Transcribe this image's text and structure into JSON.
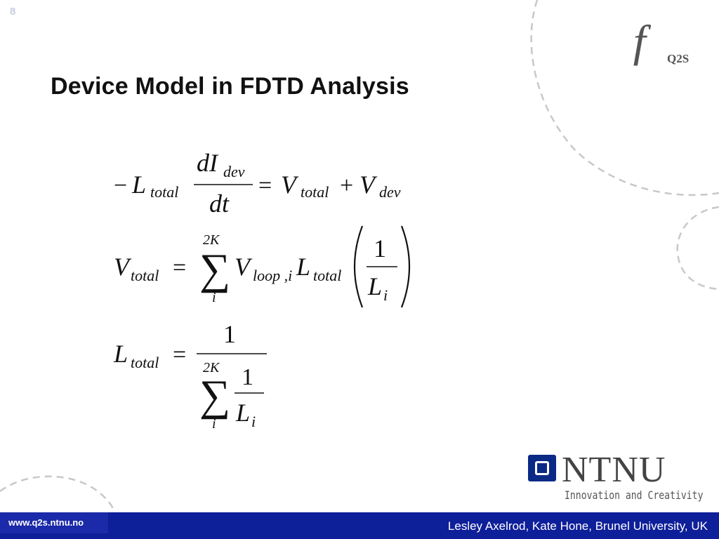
{
  "slide": {
    "number": "8",
    "title": "Device Model in FDTD Analysis"
  },
  "equations": {
    "eq1": {
      "minus": "−",
      "L": "L",
      "total_sub": "total",
      "dI": "dI",
      "dev_sub": "dev",
      "dt": "dt",
      "equals": "=",
      "V": "V",
      "plus": "+",
      "V2": "V",
      "dev_sub2": "dev"
    },
    "eq2": {
      "V": "V",
      "total_sub": "total",
      "equals": "=",
      "sigma": "∑",
      "upper": "2K",
      "lower": "i",
      "Vloop": "V",
      "loop_sub": "loop ,i",
      "L": "L",
      "total_sub2": "total",
      "one": "1",
      "Li": "L",
      "i_sub": "i"
    },
    "eq3": {
      "L": "L",
      "total_sub": "total",
      "equals": "=",
      "one": "1",
      "sigma": "∑",
      "upper": "2K",
      "lower": "i",
      "one2": "1",
      "Li": "L",
      "i_sub": "i"
    }
  },
  "logos": {
    "q2s_mark": "ff",
    "q2s_text": "Q2S",
    "ntnu_word": "NTNU",
    "ntnu_tagline": "Innovation and Creativity"
  },
  "footer": {
    "url": "www.q2s.ntnu.no",
    "credit": "Lesley Axelrod, Kate Hone, Brunel University, UK"
  },
  "colors": {
    "footer_bg": "#0e1f9a",
    "ntnu_blue": "#0b2a86",
    "title": "#111111"
  }
}
